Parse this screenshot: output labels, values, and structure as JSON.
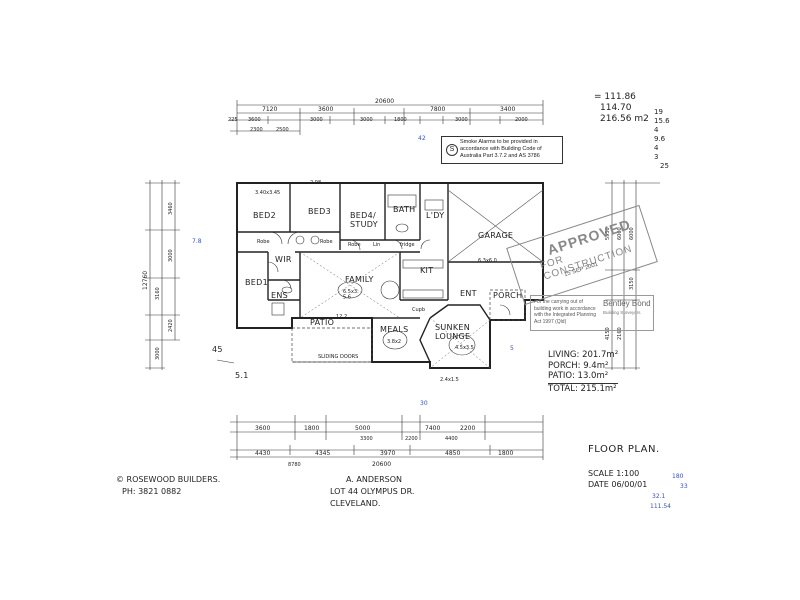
{
  "overall": {
    "top_total": "20600",
    "top_segments": [
      "7120",
      "3600",
      "7800",
      "3400"
    ],
    "top_sub": [
      "225",
      "3600",
      "3000",
      "3000",
      "1800",
      "3000",
      "2000"
    ],
    "top_sub2": [
      "2300",
      "2500"
    ],
    "bottom_segments": [
      "3600",
      "1800",
      "5000",
      "7400",
      "2200"
    ],
    "bottom_sub": [
      "3300",
      "2200",
      "4400"
    ],
    "bottom_sub2": [
      "4430",
      "4345",
      "3970",
      "4850",
      "1800"
    ],
    "bottom_total": "20600",
    "bottom_extra": "8780",
    "left_dims": [
      "3460",
      "3000",
      "3160",
      "2420",
      "3000",
      "12760"
    ],
    "right_dims": [
      "6000",
      "3150",
      "6000",
      "2160",
      "4150",
      "5950"
    ]
  },
  "rooms": {
    "bed2": "BED2",
    "bed3": "BED3",
    "bed4": "BED4/\nSTUDY",
    "bath": "BATH",
    "lndy": "L'DY",
    "garage": "GARAGE",
    "bed1": "BED1",
    "ens": "ENS",
    "wir": "WIR",
    "family": "FAMILY",
    "kit": "KIT",
    "ent": "ENT",
    "porch": "PORCH",
    "meals": "MEALS",
    "sunken": "SUNKEN\nLOUNGE",
    "patio": "PATIO"
  },
  "room_tags": {
    "robe": "Robe",
    "lin": "Lin",
    "fridge": "fridge",
    "sliding": "SLIDING DOORS",
    "cupb": "Cupb"
  },
  "room_dims": {
    "bed2_size": "3.40x3.45",
    "bed3_size": "2.98",
    "family_area": "6.5x3.\n5.6",
    "meals_area": "3.8x2",
    "lounge_area": "4.5x3.5",
    "garage_area": "6.3x6.0",
    "patio_steps": "12.2",
    "shower": "2.4x1.5"
  },
  "smoke_note": {
    "icon": "S",
    "text": "Smoke Alarms to be provided in accordance with Building Code of Australia Part 3.7.2 and AS 3786"
  },
  "approval_stamp": {
    "line1": "APPROVED",
    "line2": "FOR CONSTRUCTION",
    "date": "15 SEP 2001"
  },
  "council_note": {
    "text": "For the carrying out of building work in accordance with the Integrated Planning Act 1997 (Qld)",
    "name": "Bentley Bond",
    "sub": "Building Surveyors"
  },
  "handwritten_calc": {
    "lines": [
      "= 111.86",
      "114.70",
      "216.56 m2"
    ],
    "right": [
      "19",
      "15.6",
      "4",
      "9.6",
      "4",
      "3",
      "25"
    ]
  },
  "area_summary": {
    "living": "LIVING: 201.7m²",
    "porch": "PORCH: 9.4m²",
    "patio": "PATIO: 13.0m²",
    "total": "TOTAL: 215.1m²"
  },
  "title_block": {
    "builder": "© ROSEWOOD BUILDERS.",
    "phone": "PH: 3821 0882",
    "client": "A. ANDERSON",
    "lot": "LOT 44 OLYMPUS DR.",
    "suburb": "CLEVELAND.",
    "plan_title": "FLOOR PLAN.",
    "scale": "SCALE 1:100",
    "date": "DATE 06/00/01"
  },
  "blue_notes": [
    "42",
    "7.8",
    "5",
    "30",
    "180",
    "33",
    "32.1",
    "111.54"
  ],
  "margin_notes": [
    "45",
    "5.1"
  ],
  "colors": {
    "ink": "#222222",
    "blue_pen": "#3a53b8",
    "stamp_grey": "#888888"
  }
}
